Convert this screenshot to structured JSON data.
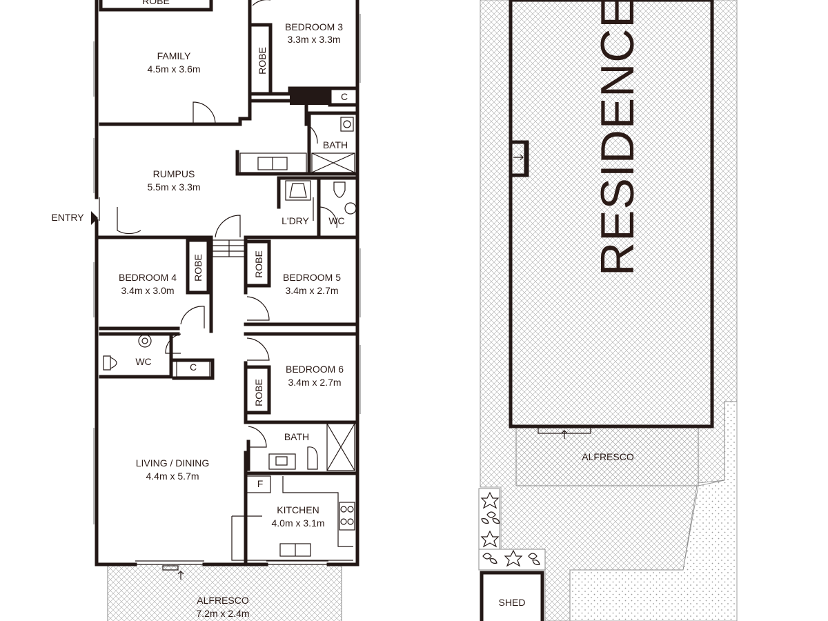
{
  "plan": {
    "robe_top": "ROBE",
    "bedroom3": {
      "name": "BEDROOM 3",
      "size": "3.3m x 3.3m"
    },
    "robe_b3": "ROBE",
    "closet_c1": "C",
    "family": {
      "name": "FAMILY",
      "size": "4.5m x 3.6m"
    },
    "bath1": "BATH",
    "rumpus": {
      "name": "RUMPUS",
      "size": "5.5m x 3.3m"
    },
    "laundry": "L'DRY",
    "wc1": "WC",
    "entry": "ENTRY",
    "bedroom4": {
      "name": "BEDROOM 4",
      "size": "3.4m x 3.0m"
    },
    "robe_b4": "ROBE",
    "bedroom5": {
      "name": "BEDROOM 5",
      "size": "3.4m x 2.7m"
    },
    "robe_b5": "ROBE",
    "wc2": "WC",
    "closet_c2": "C",
    "bedroom6": {
      "name": "BEDROOM 6",
      "size": "3.4m x 2.7m"
    },
    "robe_b6": "ROBE",
    "bath2": "BATH",
    "living": {
      "name": "LIVING / DINING",
      "size": "4.4m x 5.7m"
    },
    "fridge": "F",
    "kitchen": {
      "name": "KITCHEN",
      "size": "4.0m x 3.1m"
    },
    "alfresco": {
      "name": "ALFRESCO",
      "size": "7.2m x 2.4m"
    }
  },
  "site": {
    "residence": "RESIDENCE",
    "alfresco": "ALFRESCO",
    "shed": "SHED"
  },
  "colors": {
    "wall": "#231816",
    "text": "#2a1a16",
    "hatch": "#9a9a9a"
  }
}
